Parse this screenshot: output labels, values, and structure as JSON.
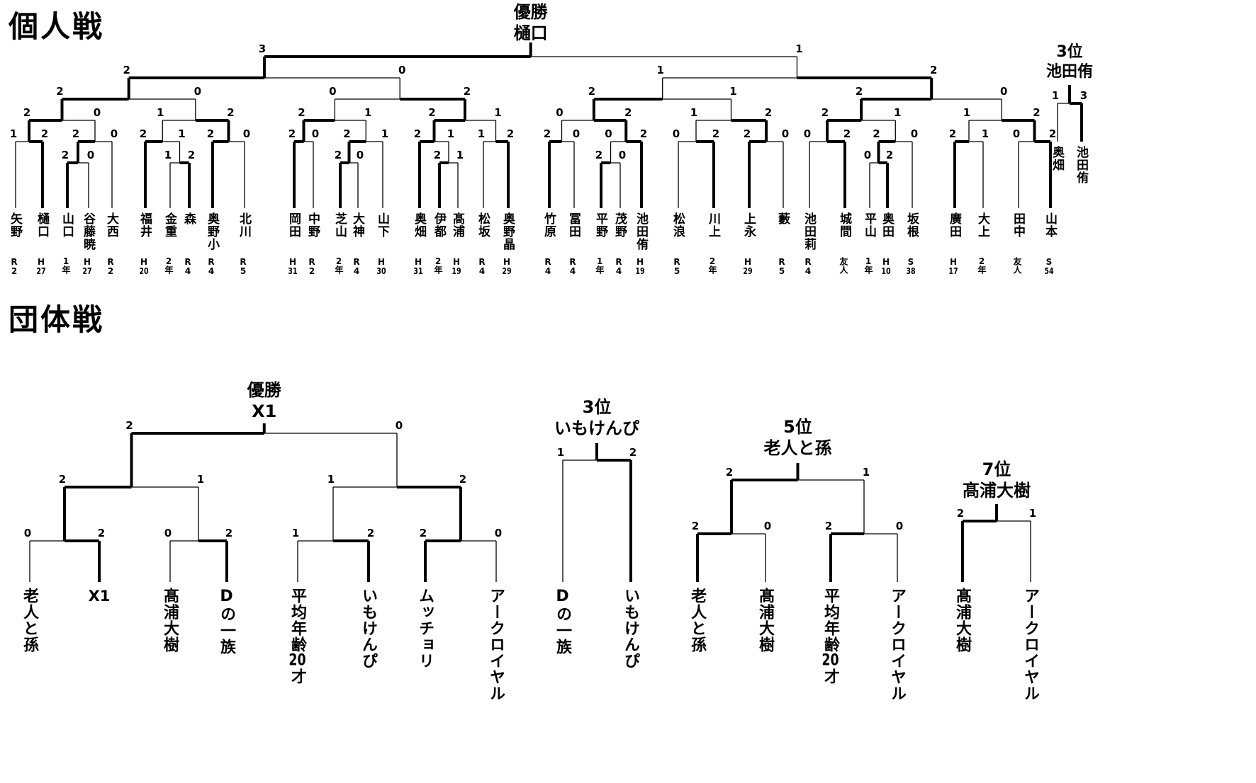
{
  "individual": {
    "section_title": "個人戦",
    "champion": {
      "label": "優勝",
      "name": "樋口"
    },
    "third_place": {
      "label": "3位",
      "name": "池田侑",
      "players": [
        "奥畑",
        "池田侑"
      ],
      "bracket": {
        "s": [
          1,
          3
        ],
        "w": 1,
        "c": [
          {
            "p": 0
          },
          {
            "p": 1
          }
        ]
      }
    },
    "players": [
      {
        "name": "矢野",
        "tag": "R2"
      },
      {
        "name": "樋口",
        "tag": "H27"
      },
      {
        "name": "山口",
        "tag": "1年"
      },
      {
        "name": "谷藤暁",
        "tag": "H27"
      },
      {
        "name": "大西",
        "tag": "R2"
      },
      {
        "name": "福井",
        "tag": "H20"
      },
      {
        "name": "金重",
        "tag": "2年"
      },
      {
        "name": "森",
        "tag": "R4"
      },
      {
        "name": "奥野小",
        "tag": "R4"
      },
      {
        "name": "北川",
        "tag": "R5"
      },
      {
        "name": "岡田",
        "tag": "H31"
      },
      {
        "name": "中野",
        "tag": "R2"
      },
      {
        "name": "芝山",
        "tag": "2年"
      },
      {
        "name": "大神",
        "tag": "R4"
      },
      {
        "name": "山下",
        "tag": "H30"
      },
      {
        "name": "奥畑",
        "tag": "H31"
      },
      {
        "name": "伊都",
        "tag": "2年"
      },
      {
        "name": "髙浦",
        "tag": "H19"
      },
      {
        "name": "松坂",
        "tag": "R4"
      },
      {
        "name": "奥野晶",
        "tag": "H29"
      },
      {
        "name": "竹原",
        "tag": "R4"
      },
      {
        "name": "冨田",
        "tag": "R4"
      },
      {
        "name": "平野",
        "tag": "1年"
      },
      {
        "name": "茂野",
        "tag": "R4"
      },
      {
        "name": "池田侑",
        "tag": "H19"
      },
      {
        "name": "松浪",
        "tag": "R5"
      },
      {
        "name": "川上",
        "tag": "2年"
      },
      {
        "name": "上永",
        "tag": "H29"
      },
      {
        "name": "藪",
        "tag": "R5"
      },
      {
        "name": "池田莉",
        "tag": "R4"
      },
      {
        "name": "城間",
        "tag": "友人"
      },
      {
        "name": "平山",
        "tag": "1年"
      },
      {
        "name": "奥田",
        "tag": "H10"
      },
      {
        "name": "坂根",
        "tag": "S38"
      },
      {
        "name": "廣田",
        "tag": "H17"
      },
      {
        "name": "大上",
        "tag": "2年"
      },
      {
        "name": "田中",
        "tag": "友人"
      },
      {
        "name": "山本",
        "tag": "S54"
      }
    ],
    "bracket": {
      "s": [
        3,
        1
      ],
      "w": 0,
      "c": [
        {
          "s": [
            2,
            0
          ],
          "w": 0,
          "c": [
            {
              "s": [
                2,
                0
              ],
              "w": 0,
              "c": [
                {
                  "s": [
                    2,
                    0
                  ],
                  "w": 0,
                  "c": [
                    {
                      "s": [
                        1,
                        2
                      ],
                      "w": 1,
                      "c": [
                        {
                          "p": 0
                        },
                        {
                          "p": 1
                        }
                      ]
                    },
                    {
                      "s": [
                        2,
                        0
                      ],
                      "w": 0,
                      "c": [
                        {
                          "s": [
                            2,
                            0
                          ],
                          "w": 0,
                          "c": [
                            {
                              "p": 2
                            },
                            {
                              "p": 3
                            }
                          ]
                        },
                        {
                          "p": 4
                        }
                      ]
                    }
                  ]
                },
                {
                  "s": [
                    1,
                    2
                  ],
                  "w": 1,
                  "c": [
                    {
                      "s": [
                        2,
                        1
                      ],
                      "w": 0,
                      "c": [
                        {
                          "p": 5
                        },
                        {
                          "s": [
                            1,
                            2
                          ],
                          "w": 1,
                          "c": [
                            {
                              "p": 6
                            },
                            {
                              "p": 7
                            }
                          ]
                        }
                      ]
                    },
                    {
                      "s": [
                        2,
                        0
                      ],
                      "w": 0,
                      "c": [
                        {
                          "p": 8
                        },
                        {
                          "p": 9
                        }
                      ]
                    }
                  ]
                }
              ]
            },
            {
              "s": [
                0,
                2
              ],
              "w": 1,
              "c": [
                {
                  "s": [
                    2,
                    1
                  ],
                  "w": 0,
                  "c": [
                    {
                      "s": [
                        2,
                        0
                      ],
                      "w": 0,
                      "c": [
                        {
                          "p": 10
                        },
                        {
                          "p": 11
                        }
                      ]
                    },
                    {
                      "s": [
                        2,
                        1
                      ],
                      "w": 0,
                      "c": [
                        {
                          "s": [
                            2,
                            0
                          ],
                          "w": 0,
                          "c": [
                            {
                              "p": 12
                            },
                            {
                              "p": 13
                            }
                          ]
                        },
                        {
                          "p": 14
                        }
                      ]
                    }
                  ]
                },
                {
                  "s": [
                    2,
                    1
                  ],
                  "w": 0,
                  "c": [
                    {
                      "s": [
                        2,
                        1
                      ],
                      "w": 0,
                      "c": [
                        {
                          "p": 15
                        },
                        {
                          "s": [
                            2,
                            1
                          ],
                          "w": 0,
                          "c": [
                            {
                              "p": 16
                            },
                            {
                              "p": 17
                            }
                          ]
                        }
                      ]
                    },
                    {
                      "s": [
                        1,
                        2
                      ],
                      "w": 1,
                      "c": [
                        {
                          "p": 18
                        },
                        {
                          "p": 19
                        }
                      ]
                    }
                  ]
                }
              ]
            }
          ]
        },
        {
          "s": [
            1,
            2
          ],
          "w": 1,
          "c": [
            {
              "s": [
                2,
                1
              ],
              "w": 0,
              "c": [
                {
                  "s": [
                    0,
                    2
                  ],
                  "w": 1,
                  "c": [
                    {
                      "s": [
                        2,
                        0
                      ],
                      "w": 0,
                      "c": [
                        {
                          "p": 20
                        },
                        {
                          "p": 21
                        }
                      ]
                    },
                    {
                      "s": [
                        0,
                        2
                      ],
                      "w": 1,
                      "c": [
                        {
                          "s": [
                            2,
                            0
                          ],
                          "w": 0,
                          "c": [
                            {
                              "p": 22
                            },
                            {
                              "p": 23
                            }
                          ]
                        },
                        {
                          "p": 24
                        }
                      ]
                    }
                  ]
                },
                {
                  "s": [
                    1,
                    2
                  ],
                  "w": 1,
                  "c": [
                    {
                      "s": [
                        0,
                        2
                      ],
                      "w": 1,
                      "c": [
                        {
                          "p": 25
                        },
                        {
                          "p": 26
                        }
                      ]
                    },
                    {
                      "s": [
                        2,
                        0
                      ],
                      "w": 0,
                      "c": [
                        {
                          "p": 27
                        },
                        {
                          "p": 28
                        }
                      ]
                    }
                  ]
                }
              ]
            },
            {
              "s": [
                2,
                0
              ],
              "w": 0,
              "c": [
                {
                  "s": [
                    2,
                    1
                  ],
                  "w": 0,
                  "c": [
                    {
                      "s": [
                        0,
                        2
                      ],
                      "w": 1,
                      "c": [
                        {
                          "p": 29
                        },
                        {
                          "p": 30
                        }
                      ]
                    },
                    {
                      "s": [
                        2,
                        0
                      ],
                      "w": 0,
                      "c": [
                        {
                          "s": [
                            0,
                            2
                          ],
                          "w": 1,
                          "c": [
                            {
                              "p": 31
                            },
                            {
                              "p": 32
                            }
                          ]
                        },
                        {
                          "p": 33
                        }
                      ]
                    }
                  ]
                },
                {
                  "s": [
                    1,
                    2
                  ],
                  "w": 1,
                  "c": [
                    {
                      "s": [
                        2,
                        1
                      ],
                      "w": 0,
                      "c": [
                        {
                          "p": 34
                        },
                        {
                          "p": 35
                        }
                      ]
                    },
                    {
                      "s": [
                        0,
                        2
                      ],
                      "w": 1,
                      "c": [
                        {
                          "p": 36
                        },
                        {
                          "p": 37
                        }
                      ]
                    }
                  ]
                }
              ]
            }
          ]
        }
      ]
    }
  },
  "team": {
    "section_title": "団体戦",
    "champion": {
      "label": "優勝",
      "name": "X1"
    },
    "teams": [
      "老人と孫",
      "X1",
      "髙浦大樹",
      "Dの一族",
      "平均年齢20才",
      "いもけんぴ",
      "ムッチョリ",
      "アークロイヤル"
    ],
    "bracket": {
      "s": [
        2,
        0
      ],
      "w": 0,
      "c": [
        {
          "s": [
            2,
            1
          ],
          "w": 0,
          "c": [
            {
              "s": [
                0,
                2
              ],
              "w": 1,
              "c": [
                {
                  "p": 0
                },
                {
                  "p": 1
                }
              ]
            },
            {
              "s": [
                0,
                2
              ],
              "w": 1,
              "c": [
                {
                  "p": 2
                },
                {
                  "p": 3
                }
              ]
            }
          ]
        },
        {
          "s": [
            1,
            2
          ],
          "w": 1,
          "c": [
            {
              "s": [
                1,
                2
              ],
              "w": 1,
              "c": [
                {
                  "p": 4
                },
                {
                  "p": 5
                }
              ]
            },
            {
              "s": [
                2,
                0
              ],
              "w": 0,
              "c": [
                {
                  "p": 6
                },
                {
                  "p": 7
                }
              ]
            }
          ]
        }
      ]
    },
    "third_place": {
      "label": "3位",
      "name": "いもけんぴ",
      "teams": [
        "Dの一族",
        "いもけんぴ"
      ],
      "bracket": {
        "s": [
          1,
          2
        ],
        "w": 1,
        "c": [
          {
            "p": 0
          },
          {
            "p": 1
          }
        ]
      }
    },
    "fifth_place": {
      "label": "5位",
      "name": "老人と孫",
      "teams": [
        "老人と孫",
        "髙浦大樹",
        "平均年齢20才",
        "アークロイヤル"
      ],
      "bracket": {
        "s": [
          2,
          1
        ],
        "w": 0,
        "c": [
          {
            "s": [
              2,
              0
            ],
            "w": 0,
            "c": [
              {
                "p": 0
              },
              {
                "p": 1
              }
            ]
          },
          {
            "s": [
              2,
              0
            ],
            "w": 0,
            "c": [
              {
                "p": 2
              },
              {
                "p": 3
              }
            ]
          }
        ]
      }
    },
    "seventh_place": {
      "label": "7位",
      "name": "髙浦大樹",
      "teams": [
        "髙浦大樹",
        "アークロイヤル"
      ],
      "bracket": {
        "s": [
          2,
          1
        ],
        "w": 0,
        "c": [
          {
            "p": 0
          },
          {
            "p": 1
          }
        ]
      }
    }
  }
}
